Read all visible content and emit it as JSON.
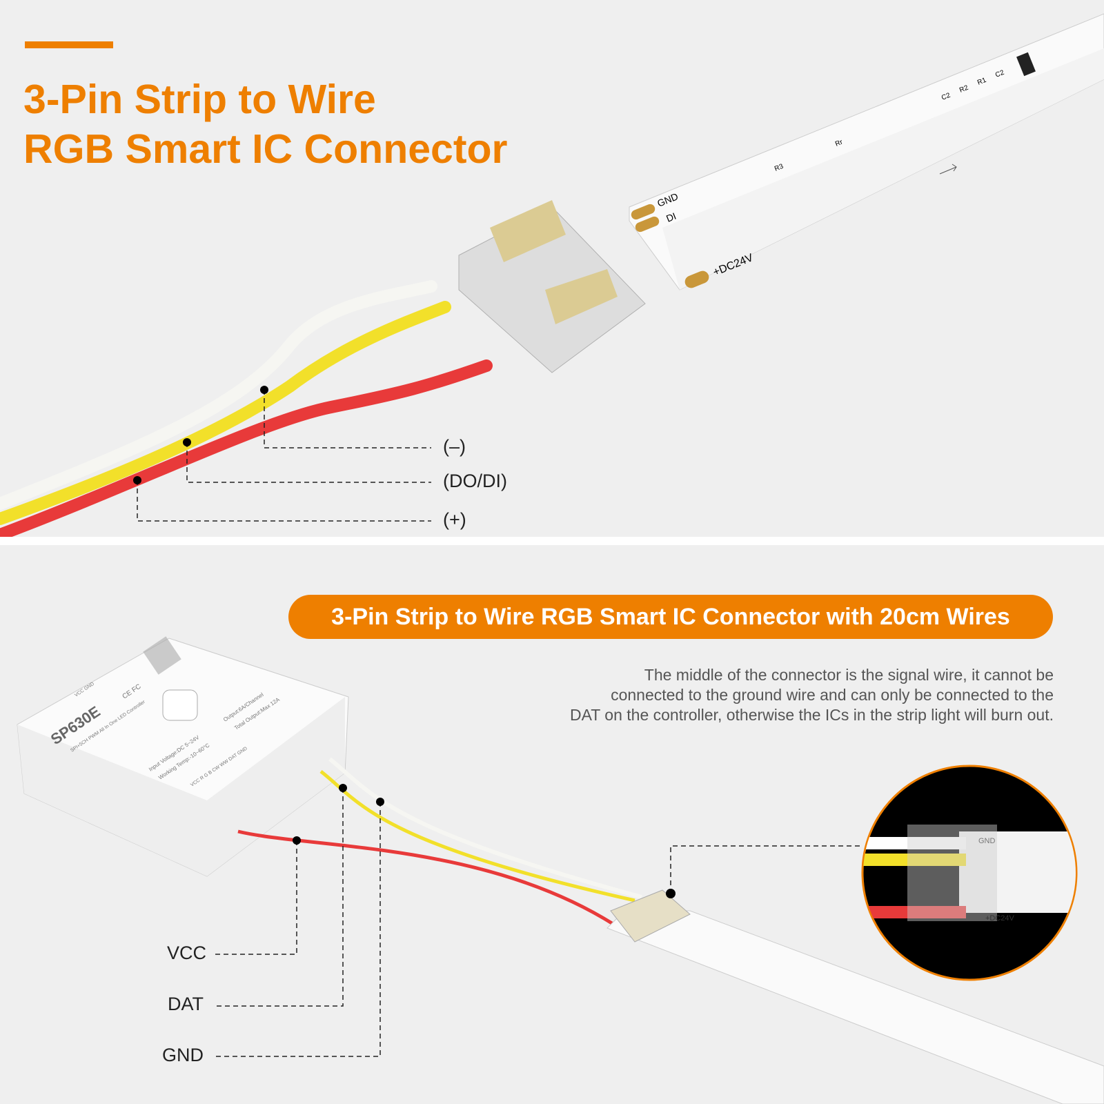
{
  "title": {
    "line1": "3-Pin Strip to Wire",
    "line2": "RGB Smart IC Connector"
  },
  "top_labels": {
    "neg": "(–)",
    "data": "(DO/DI)",
    "pos": "(+)"
  },
  "strip_top": {
    "gnd": "GND",
    "di": "DI",
    "power": "+DC24V",
    "components": [
      "R3",
      "Rr",
      "C2",
      "R2",
      "R1",
      "C2"
    ]
  },
  "banner": "3-Pin Strip to Wire RGB Smart IC Connector with 20cm Wires",
  "note": {
    "line1": "The middle of the connector is the signal wire, it cannot be",
    "line2": "connected to the ground wire and can only be connected to the",
    "line3": "DAT on the controller, otherwise the ICs in the strip light will burn out."
  },
  "controller": {
    "model": "SP630E",
    "subtitle": "SPI+5CH PWM All In One LED Controller",
    "spec1": "Input Voltage:DC 5~24V",
    "spec2": "Working Temp:-10~60°C",
    "spec3": "Output:6A/Channel",
    "spec4": "Total Output:Max 12A",
    "pins": "VCC  R  G  B  CW  WW  DAT  GND",
    "top_pins": "VCC   GND",
    "certs": "CE FC"
  },
  "bottom_labels": {
    "vcc": "VCC",
    "dat": "DAT",
    "gnd": "GND"
  },
  "inset": {
    "gnd": "GND",
    "power": "+DC24V"
  },
  "colors": {
    "accent": "#ee7f00",
    "wire_red": "#e83a3a",
    "wire_yellow": "#f2e02a",
    "wire_white": "#f4f4f0",
    "pad": "#c9973a"
  }
}
